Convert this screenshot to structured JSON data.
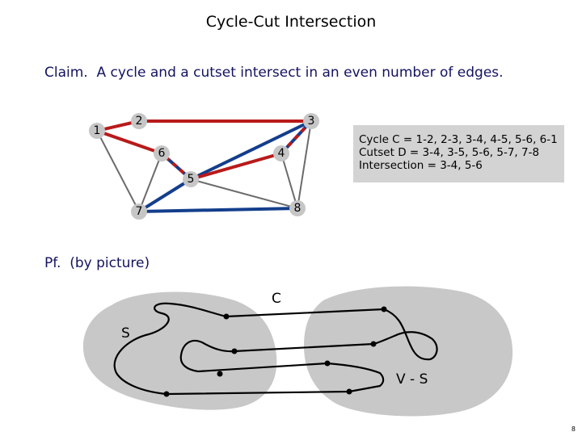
{
  "title": "Cycle-Cut Intersection",
  "claim": {
    "keyword": "Claim.",
    "text": "A cycle and a cutset intersect in an even number of edges."
  },
  "proof": {
    "keyword": "Pf.",
    "text": "(by picture)"
  },
  "graph": {
    "nodes": [
      "1",
      "2",
      "3",
      "4",
      "5",
      "6",
      "7",
      "8"
    ],
    "colors": {
      "cycle": "#b81a1a",
      "cutset": "#143e8c",
      "plain": "#6b6b6b",
      "node": "#c6c6c6"
    }
  },
  "info": {
    "cycle": "Cycle C = 1-2, 2-3, 3-4, 4-5, 5-6, 6-1",
    "cutset": "Cutset D = 3-4, 3-5, 5-6, 5-7, 7-8",
    "intersection": "Intersection = 3-4, 5-6"
  },
  "picture": {
    "label_c": "C",
    "label_s": "S",
    "label_vs": "V - S"
  },
  "page_number": "8"
}
